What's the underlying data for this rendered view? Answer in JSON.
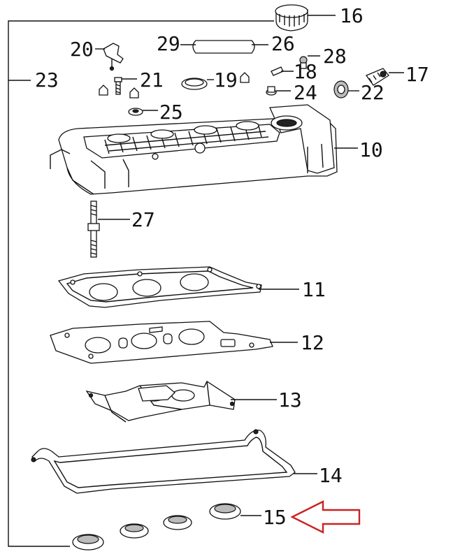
{
  "diagram": {
    "callouts": [
      {
        "id": "16",
        "text": "16"
      },
      {
        "id": "20",
        "text": "20"
      },
      {
        "id": "29",
        "text": "29"
      },
      {
        "id": "26",
        "text": "26"
      },
      {
        "id": "28",
        "text": "28"
      },
      {
        "id": "23",
        "text": "23"
      },
      {
        "id": "21",
        "text": "21"
      },
      {
        "id": "19",
        "text": "19"
      },
      {
        "id": "18",
        "text": "18"
      },
      {
        "id": "17",
        "text": "17"
      },
      {
        "id": "24",
        "text": "24"
      },
      {
        "id": "22",
        "text": "22"
      },
      {
        "id": "25",
        "text": "25"
      },
      {
        "id": "10",
        "text": "10"
      },
      {
        "id": "27",
        "text": "27"
      },
      {
        "id": "11",
        "text": "11"
      },
      {
        "id": "12",
        "text": "12"
      },
      {
        "id": "13",
        "text": "13"
      },
      {
        "id": "14",
        "text": "14"
      },
      {
        "id": "15",
        "text": "15"
      }
    ],
    "highlight_color": "#cc2222",
    "highlight_target": "15"
  }
}
